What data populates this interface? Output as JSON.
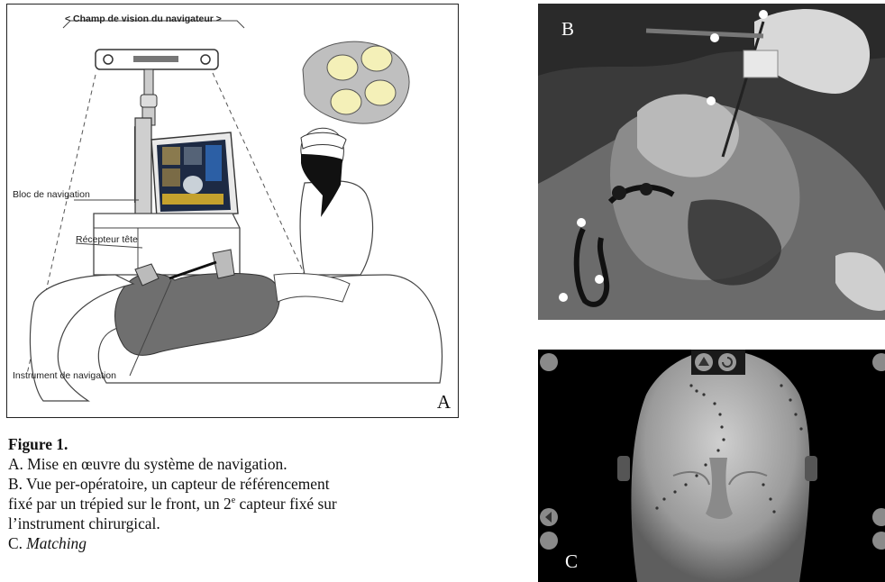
{
  "panel_a": {
    "camera_field_label": "< Champ de vision du navigateur >",
    "label_bloc": "Bloc de navigation",
    "label_recepteur": "Récepteur tête",
    "label_instrument": "Instrument de navigation",
    "panel_letter": "A"
  },
  "panel_b": {
    "panel_letter": "B"
  },
  "panel_c": {
    "panel_letter": "C"
  },
  "caption": {
    "title": "Figure 1.",
    "line_a": "A. Mise en œuvre du système de navigation.",
    "line_b1": "B. Vue per-opératoire, un capteur de référencement",
    "line_b2_pre": "fixé par un trépied sur le front, un 2",
    "line_b2_sup": "e",
    "line_b2_post": " capteur fixé sur",
    "line_b3": "l’instrument chirurgical.",
    "line_c_prefix": "C. ",
    "line_c_term": "Matching"
  }
}
